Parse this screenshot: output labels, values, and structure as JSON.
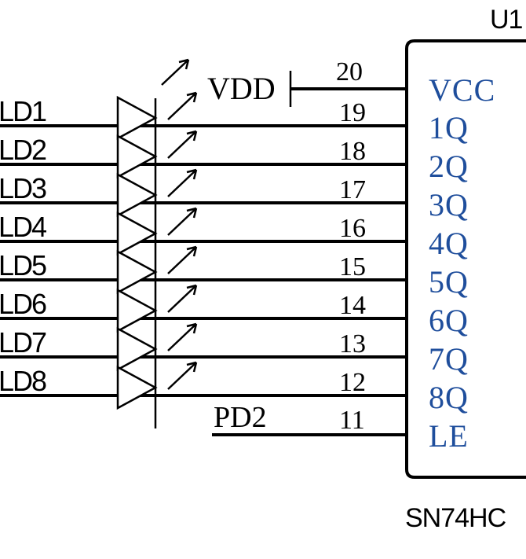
{
  "component": {
    "refdes": "U1",
    "part": "SN74HC",
    "power_pin": {
      "number": "20",
      "name": "VCC"
    },
    "output_pins": [
      {
        "number": "19",
        "name": "1Q",
        "net": "LD1"
      },
      {
        "number": "18",
        "name": "2Q",
        "net": "LD2"
      },
      {
        "number": "17",
        "name": "3Q",
        "net": "LD3"
      },
      {
        "number": "16",
        "name": "4Q",
        "net": "LD4"
      },
      {
        "number": "15",
        "name": "5Q",
        "net": "LD5"
      },
      {
        "number": "14",
        "name": "6Q",
        "net": "LD6"
      },
      {
        "number": "13",
        "name": "7Q",
        "net": "LD7"
      },
      {
        "number": "12",
        "name": "8Q",
        "net": "LD8"
      }
    ],
    "latch_pin": {
      "number": "11",
      "name": "LE",
      "net": "PD2"
    }
  },
  "power_net": "VDD",
  "colors": {
    "pin_name": "#1f4e9c",
    "wire": "#000000"
  }
}
